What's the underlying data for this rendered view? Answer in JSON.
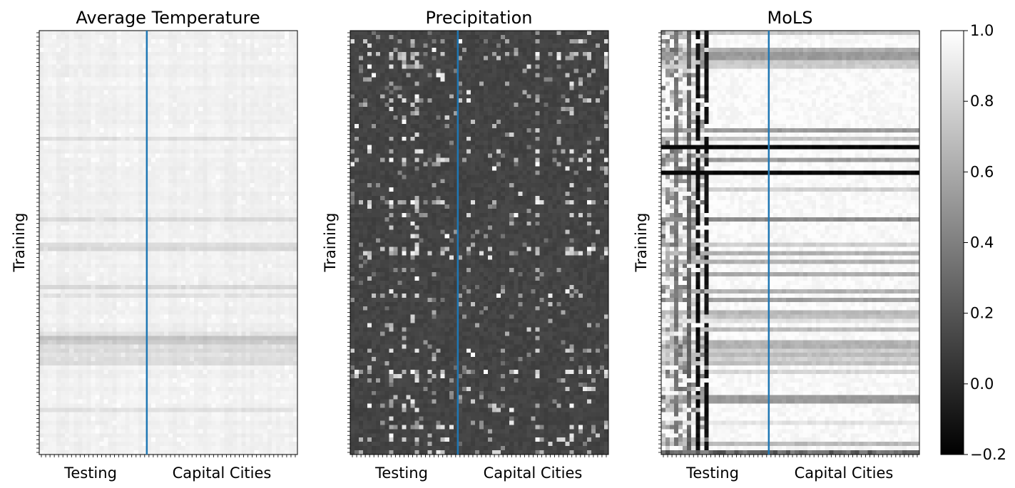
{
  "chart_data": [
    {
      "type": "heatmap",
      "title": "Average Temperature",
      "ylabel": "Training",
      "x_group_labels": [
        "Testing",
        "Capital Cities"
      ],
      "n_cols": 60,
      "n_rows": 100,
      "split_col": 25,
      "value_range": [
        0.65,
        0.99
      ],
      "dominant_value": 0.93,
      "separator_color": "#1f77b4"
    },
    {
      "type": "heatmap",
      "title": "Precipitation",
      "ylabel": "Training",
      "x_group_labels": [
        "Testing",
        "Capital Cities"
      ],
      "n_cols": 60,
      "n_rows": 100,
      "split_col": 25,
      "value_range": [
        -0.05,
        1.0
      ],
      "dominant_value": 0.1,
      "separator_color": "#1f77b4"
    },
    {
      "type": "heatmap",
      "title": "MoLS",
      "ylabel": "Training",
      "x_group_labels": [
        "Testing",
        "Capital Cities"
      ],
      "n_cols": 60,
      "n_rows": 100,
      "split_col": 25,
      "value_range": [
        -0.2,
        1.0
      ],
      "dominant_value": 0.97,
      "separator_color": "#1f77b4"
    }
  ],
  "colorbar": {
    "cmap": "gray",
    "vmin": -0.2,
    "vmax": 1.0,
    "tick_labels": [
      "1.0",
      "0.8",
      "0.6",
      "0.4",
      "0.2",
      "0.0",
      "−0.2"
    ],
    "tick_values": [
      1.0,
      0.8,
      0.6,
      0.4,
      0.2,
      0.0,
      -0.2
    ]
  }
}
